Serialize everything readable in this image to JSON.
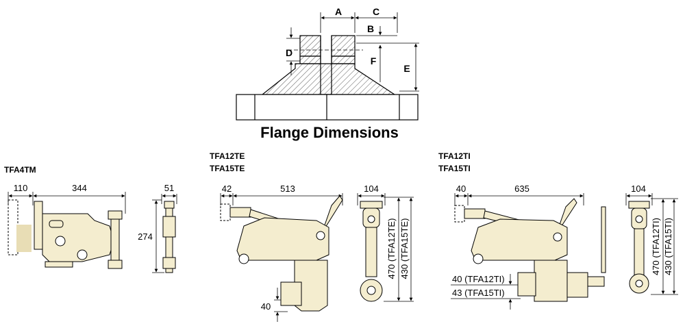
{
  "flange": {
    "title": "Flange Dimensions",
    "letters": {
      "a": "A",
      "b": "B",
      "c": "C",
      "d": "D",
      "e": "E",
      "f": "F"
    }
  },
  "tfa4tm": {
    "model": "TFA4TM",
    "dim_left": "110",
    "dim_width": "344",
    "dim_side_width": "51",
    "dim_height": "274"
  },
  "tfa_te": {
    "model_1": "TFA12TE",
    "model_2": "TFA15TE",
    "dim_left": "42",
    "dim_width": "513",
    "dim_side_width": "104",
    "dim_bottom": "40",
    "dim_height_1": "470  (TFA12TE)",
    "dim_height_2": "430  (TFA15TE)"
  },
  "tfa_ti": {
    "model_1": "TFA12TI",
    "model_2": "TFA15TI",
    "dim_left": "40",
    "dim_width": "635",
    "dim_side_width": "104",
    "dim_note_1": "40  (TFA12TI)",
    "dim_note_2": "43  (TFA15TI)",
    "dim_height_1": "470  (TFA12TI)",
    "dim_height_2": "430  (TFA15TI)"
  },
  "colors": {
    "body_fill": "#f4edcf",
    "line": "#000000",
    "hatch": "#555555"
  }
}
